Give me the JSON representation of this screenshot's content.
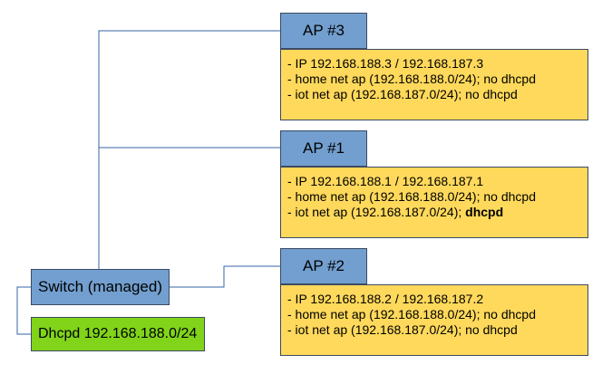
{
  "access_points": [
    {
      "name": "AP #3",
      "lines": [
        {
          "text": "- IP 192.168.188.3 / 192.168.187.3"
        },
        {
          "text": "- home net ap (192.168.188.0/24); no dhcpd"
        },
        {
          "text": "- iot net ap (192.168.187.0/24); no dhcpd"
        }
      ]
    },
    {
      "name": "AP #1",
      "lines": [
        {
          "text": "- IP 192.168.188.1 / 192.168.187.1"
        },
        {
          "text": "- home net ap (192.168.188.0/24); no dhcpd"
        },
        {
          "text": "- iot net ap (192.168.187.0/24); ",
          "bold": "dhcpd"
        }
      ]
    },
    {
      "name": "AP #2",
      "lines": [
        {
          "text": "- IP 192.168.188.2 / 192.168.187.2"
        },
        {
          "text": "- home net ap (192.168.188.0/24); no dhcpd"
        },
        {
          "text": "- iot net ap (192.168.187.0/24); no dhcpd"
        }
      ]
    }
  ],
  "switch": {
    "label": "Switch (managed)"
  },
  "dhcpd_server": {
    "label": "Dhcpd 192.168.188.0/24"
  },
  "colors": {
    "header_fill": "#729fcf",
    "body_fill": "#ffd95b",
    "dhcpd_fill": "#81d41a",
    "wire": "#3465a4"
  }
}
